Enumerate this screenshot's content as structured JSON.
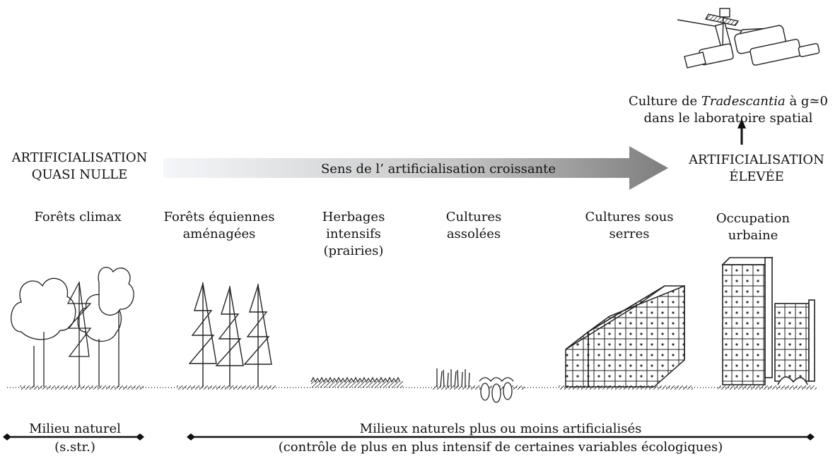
{
  "top_caption": {
    "prefix": "Culture de ",
    "species": "Tradescantia",
    "suffix": " à g≃0",
    "line2": "dans le laboratoire spatial"
  },
  "left_extreme": {
    "line1": "ARTIFICIALISATION",
    "line2": "QUASI NULLE"
  },
  "right_extreme": {
    "line1": "ARTIFICIALISATION",
    "line2": "ÉLEVÉE"
  },
  "arrow_label": "Sens de l’ artificialisation croissante",
  "categories": [
    {
      "line1": "Forêts climax"
    },
    {
      "line1": "Forêts équiennes",
      "line2": "aménagées"
    },
    {
      "line1": "Herbages",
      "line2": "intensifs",
      "line3": "(prairies)"
    },
    {
      "line1": "Cultures",
      "line2": "assolées"
    },
    {
      "line1": "Cultures sous",
      "line2": "serres"
    },
    {
      "line1": "Occupation",
      "line2": "urbaine"
    }
  ],
  "bottom": {
    "natural": {
      "line1": "Milieu naturel",
      "line2": "(s.str.)"
    },
    "artificial": {
      "line1": "Milieux naturels plus ou moins artificialisés",
      "line2": "(contrôle de plus en plus intensif de certaines variables écologiques)"
    }
  },
  "colors": {
    "ink": "#111111",
    "arrow_start": "#f2f4f7",
    "arrow_end": "#8a8a8a"
  }
}
